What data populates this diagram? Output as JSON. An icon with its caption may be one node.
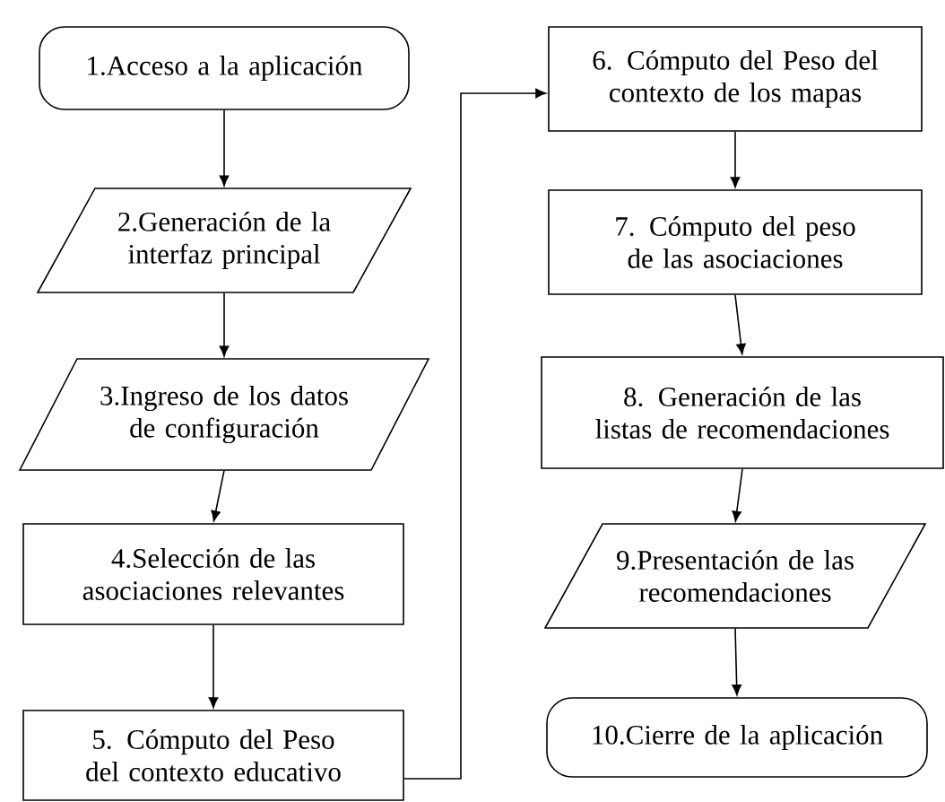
{
  "diagram": {
    "nodes": [
      {
        "text": [
          "1.Acceso a la aplicación"
        ]
      },
      {
        "text": [
          "2.Generación de la interfaz principal"
        ]
      },
      {
        "text": [
          "3.Ingreso de los datos de configuración"
        ]
      },
      {
        "text": [
          "4.Selección de las asociaciones relevantes"
        ]
      },
      {
        "text": [
          "5. Cómputo del Peso del contexto educativo"
        ]
      },
      {
        "text": [
          "6. Cómputo del Peso del contexto de los mapas"
        ]
      },
      {
        "text": [
          "7. Cómputo del peso de las asociaciones"
        ]
      },
      {
        "text": [
          "8. Generación de las listas de recomendaciones"
        ]
      },
      {
        "text": [
          "9.Presentación de las recomendaciones"
        ]
      },
      {
        "text": [
          "10.Cierre de la aplicación"
        ]
      }
    ],
    "edges": [
      {
        "from": 0,
        "to": 1,
        "arrow": "to"
      },
      {
        "from": 1,
        "to": 2,
        "arrow": "to"
      },
      {
        "from": 2,
        "to": 3,
        "arrow": "to"
      },
      {
        "from": 3,
        "to": 4,
        "arrow": "to"
      },
      {
        "from": 4,
        "to": 5,
        "arrow": "to"
      },
      {
        "from": 5,
        "to": 6,
        "arrow": "to"
      },
      {
        "from": 6,
        "to": 7,
        "arrow": "to"
      },
      {
        "from": 7,
        "to": 8,
        "arrow": "to"
      },
      {
        "from": 8,
        "to": 9,
        "arrow": "to"
      }
    ]
  }
}
